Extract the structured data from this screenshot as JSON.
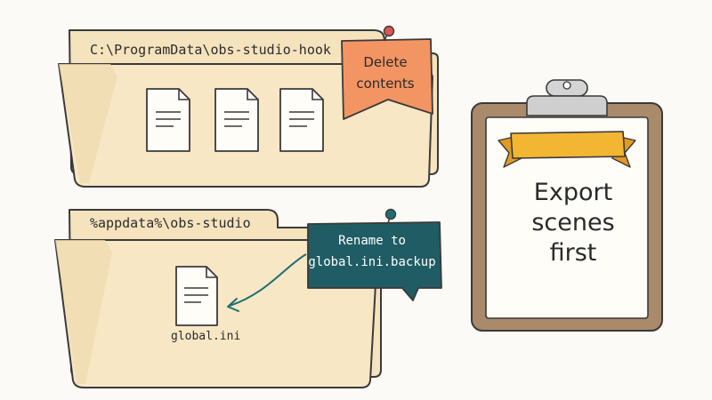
{
  "folders": [
    {
      "path": "C:\\ProgramData\\obs-studio-hook",
      "file_count": 3
    },
    {
      "path": "%appdata%\\obs-studio",
      "file_count": 1,
      "file_name": "global.ini"
    }
  ],
  "notes": {
    "delete": {
      "lines": [
        "Delete",
        "contents"
      ],
      "color": "#f39563"
    },
    "rename": {
      "lines": [
        "Rename to",
        "global.ini.backup"
      ],
      "color": "#1f5c63"
    }
  },
  "clipboard": {
    "lines": [
      "Export",
      "scenes",
      "first"
    ],
    "board_color": "#a98a6a",
    "ribbon_color": "#f2b632"
  },
  "colors": {
    "folder_fill": "#f7e7c4",
    "folder_fill_dark": "#efdcb1",
    "outline": "#3a3a3a",
    "pin_red": "#d9574f",
    "pin_teal": "#1f6d72"
  }
}
